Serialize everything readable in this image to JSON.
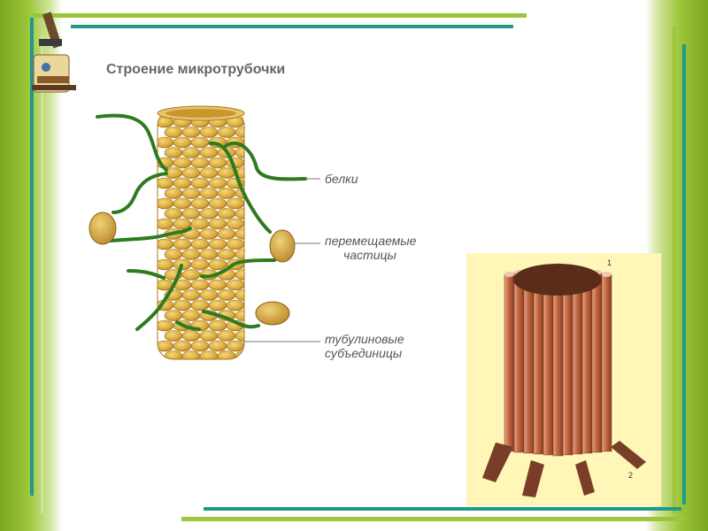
{
  "title": "Строение микротрубочки",
  "labels": {
    "proteins": "белки",
    "particles_line1": "перемещаемые",
    "particles_line2": "частицы",
    "subunits_line1": "тубулиновые",
    "subunits_line2": "субъединицы"
  },
  "figure2_marks": {
    "mark1": "1",
    "mark2": "2"
  },
  "colors": {
    "green_dark": "#2f7a1e",
    "green_light": "#9cc53a",
    "teal": "#1f9a8a",
    "corn": "#d9a93a",
    "brown": "#a8552f",
    "panel": "#fff6b8"
  }
}
